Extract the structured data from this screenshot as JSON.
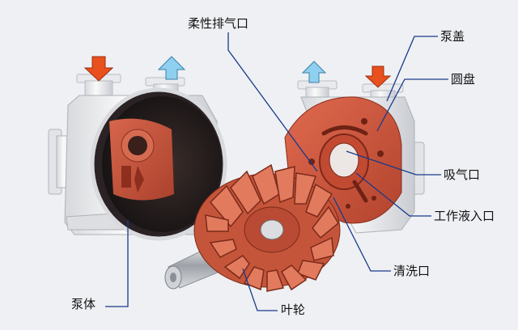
{
  "labels": {
    "bengti": "泵体",
    "yelun": "叶轮",
    "rouxing": "柔性排气口",
    "benggai": "泵盖",
    "yuanpan": "圆盘",
    "xiqi": "吸气口",
    "gongzuo": "工作液入口",
    "qingxi": "清洗口"
  },
  "colors": {
    "background": "#eef0f3",
    "inlet_arrow": "#e8501e",
    "outlet_arrow": "#8fd0f0",
    "casting_red": "#c9553c",
    "casing_white": "#f2f2f4",
    "leader_line": "#1a3a8a"
  },
  "icons": [
    "inlet-arrow-icon",
    "outlet-arrow-icon"
  ]
}
